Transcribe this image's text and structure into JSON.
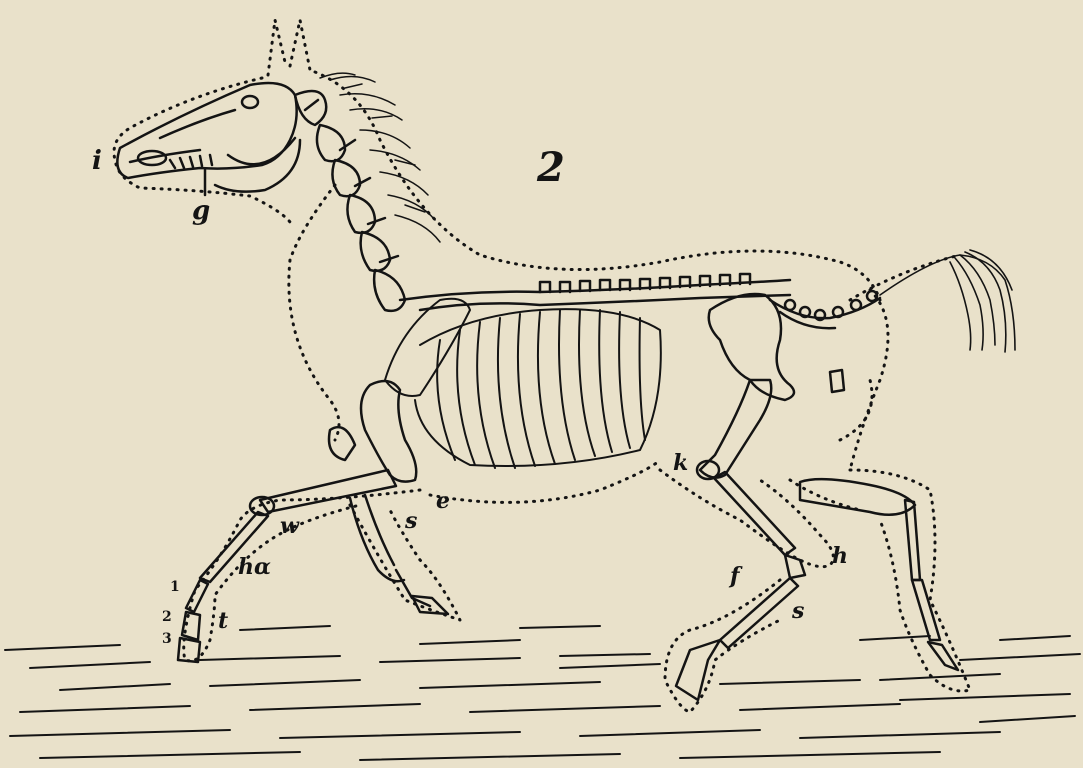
{
  "figure": {
    "number": "2",
    "labels": {
      "i": "i",
      "g": "g",
      "e": "e",
      "s_front": "s",
      "w": "w",
      "ha": "hα",
      "t": "t",
      "d1": "1",
      "d2": "2",
      "d3": "3",
      "k": "k",
      "h": "h",
      "f": "f",
      "s_hind": "s"
    }
  },
  "colors": {
    "paper": "#e9e1ca",
    "ink": "#141414"
  }
}
